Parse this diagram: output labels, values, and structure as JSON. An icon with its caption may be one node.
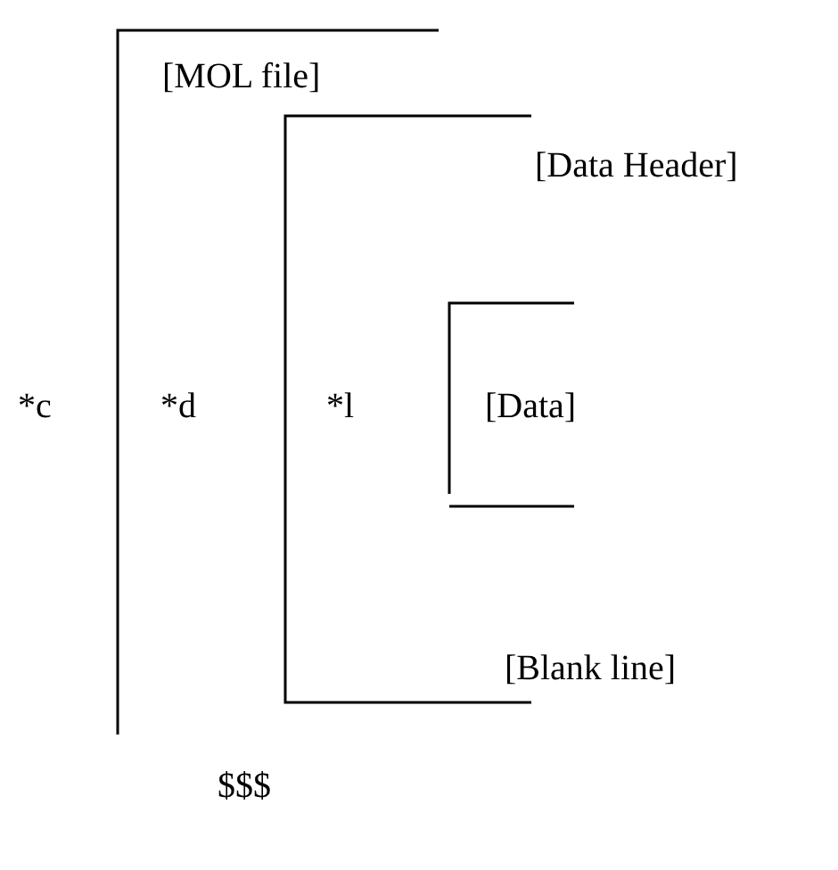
{
  "diagram": {
    "labels": [
      "[MOL file]",
      "[Data Header]",
      "*c",
      "*d",
      "*l",
      "[Data]",
      "[Blank line]",
      "$$$"
    ]
  }
}
